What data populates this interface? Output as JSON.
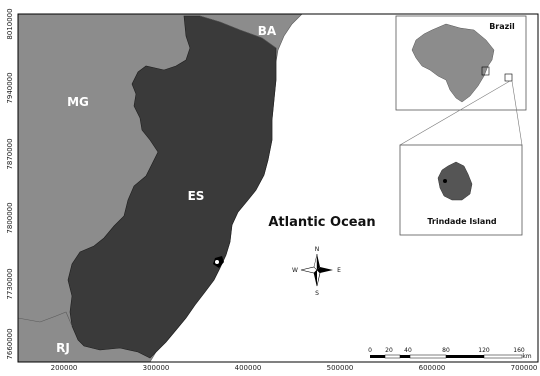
{
  "map": {
    "states": {
      "bahia": "BA",
      "minas_gerais": "MG",
      "espirito_santo": "ES",
      "rio_de_janeiro": "RJ"
    },
    "ocean_label": "Atlantic Ocean",
    "x_ticks": [
      "200000",
      "300000",
      "400000",
      "500000",
      "600000",
      "700000"
    ],
    "y_ticks": [
      "8010000",
      "7940000",
      "7870000",
      "7800000",
      "7730000",
      "7660000"
    ],
    "colors": {
      "neighbor_states": "#8c8c8c",
      "espirito_santo": "#3a3a3a",
      "ocean": "#ffffff",
      "frame": "#000000"
    }
  },
  "inset_brazil": {
    "label": "Brazil"
  },
  "inset_island": {
    "label": "Trindade Island"
  },
  "north_arrow": {
    "n": "N",
    "s": "S",
    "e": "E",
    "w": "W"
  },
  "scale_bar": {
    "labels": [
      "0",
      "20",
      "40",
      "80",
      "120",
      "160"
    ],
    "unit": "km"
  }
}
